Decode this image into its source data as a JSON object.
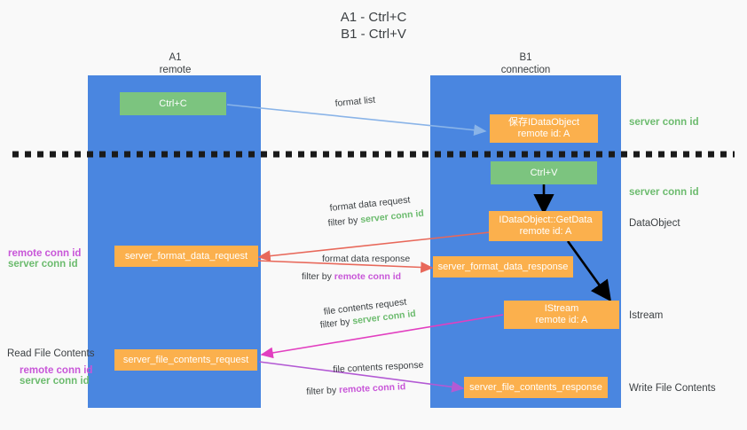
{
  "title": "A1 - Ctrl+C\nB1 - Ctrl+V",
  "columns": [
    {
      "name": "A1",
      "sub": "remote"
    },
    {
      "name": "B1",
      "sub": "connection"
    }
  ],
  "nodes": {
    "ctrl_c": "Ctrl+C",
    "save_idataobject": "保存IDataObject\nremote id: A",
    "ctrl_v": "Ctrl+V",
    "getdata": "IDataObject::GetData\nremote id: A",
    "format_data_request": "server_format_data_request",
    "format_data_response": "server_format_data_response",
    "istream": "IStream\nremote id: A",
    "file_contents_request": "server_file_contents_request",
    "file_contents_response": "server_file_contents_response"
  },
  "right_labels": {
    "server_conn_id_top": "server conn id",
    "server_conn_id_mid": "server conn id",
    "data_object": "DataObject",
    "istream": "Istream",
    "write_file_contents": "Write File Contents"
  },
  "left_labels": {
    "remote_conn_id_1": "remote conn id",
    "server_conn_id_1": "server conn id",
    "read_file_contents": "Read File Contents",
    "remote_conn_id_2": "remote conn id",
    "server_conn_id_2": "server conn id"
  },
  "edges": {
    "format_list": "format list",
    "format_data_request": "format data request",
    "format_data_request_filter_pre": "filter by ",
    "format_data_request_filter_key": "server conn id",
    "format_data_response": "format data response",
    "format_data_response_filter_pre": "filter by ",
    "format_data_response_filter_key": "remote conn id",
    "file_contents_request": "file contents request",
    "file_contents_request_filter_pre": "filter by ",
    "file_contents_request_filter_key": "server conn id",
    "file_contents_response": "file contents response",
    "file_contents_response_filter_pre": "filter by ",
    "file_contents_response_filter_key": "remote conn id"
  },
  "colors": {
    "lane": "#4a86e0",
    "node_orange": "#fbb04d",
    "node_green": "#7cc47f",
    "conn_green": "#6cbb6e",
    "conn_purple": "#c856d8",
    "arrow_blue": "#8ab4e8",
    "arrow_red": "#e8685a",
    "arrow_magenta": "#e23fc0",
    "arrow_purple": "#b35ad4",
    "arrow_black": "#000000"
  }
}
